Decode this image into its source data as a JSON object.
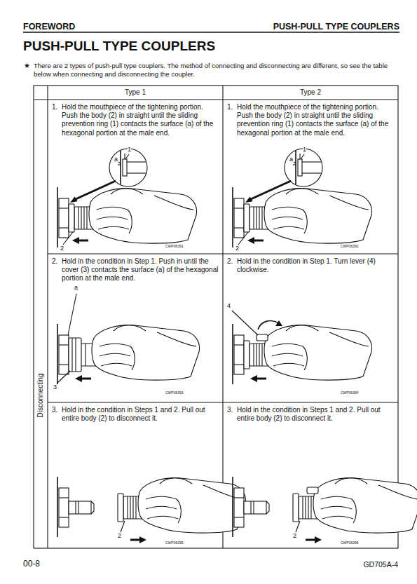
{
  "diagram": {
    "title": "PUSH-PULL TYPE COUPLERS",
    "labels": [
      "FOREWORD",
      "PUSH-PULL TYPE COUPLERS",
      "★",
      "There are 2 types of push-pull type couplers. The method of connecting and disconnecting are different, so see the table below when connecting and disconnecting the coupler.",
      "Type 1",
      "Type 2",
      "Disconnecting",
      "1.",
      "Hold the mouthpiece of the tightening portion. Push the body (2) in straight until the sliding prevention ring (1) contacts the surface (a) of the hexagonal portion at the male end.",
      "1.",
      "Hold the mouthpiece of the tightening portion. Push the body (2) in straight until the sliding prevention ring (1) contacts the surface (a) of the hexagonal portion at the male end.",
      "1",
      "a",
      "2",
      "CWP06391",
      "1",
      "a",
      "2",
      "CWP06392",
      "2.",
      "Hold in the condition in Step 1. Push in until the cover (3) contacts the surface (a) of the hexagonal portion at the male end.",
      "2.",
      "Hold in the condition in Step 1. Turn lever (4) clockwise.",
      "a",
      "3",
      "CWP06393",
      "4",
      "CWP06394",
      "3.",
      "Hold in the condition in Steps 1 and 2. Pull out entire body (2) to disconnect it.",
      "3.",
      "Hold in the condition in Steps 1 and 2. Pull out entire body (2) to disconnect it.",
      "2",
      "CWP06395",
      "2",
      "CWP06396",
      "00-8",
      "GD705A-4"
    ]
  }
}
